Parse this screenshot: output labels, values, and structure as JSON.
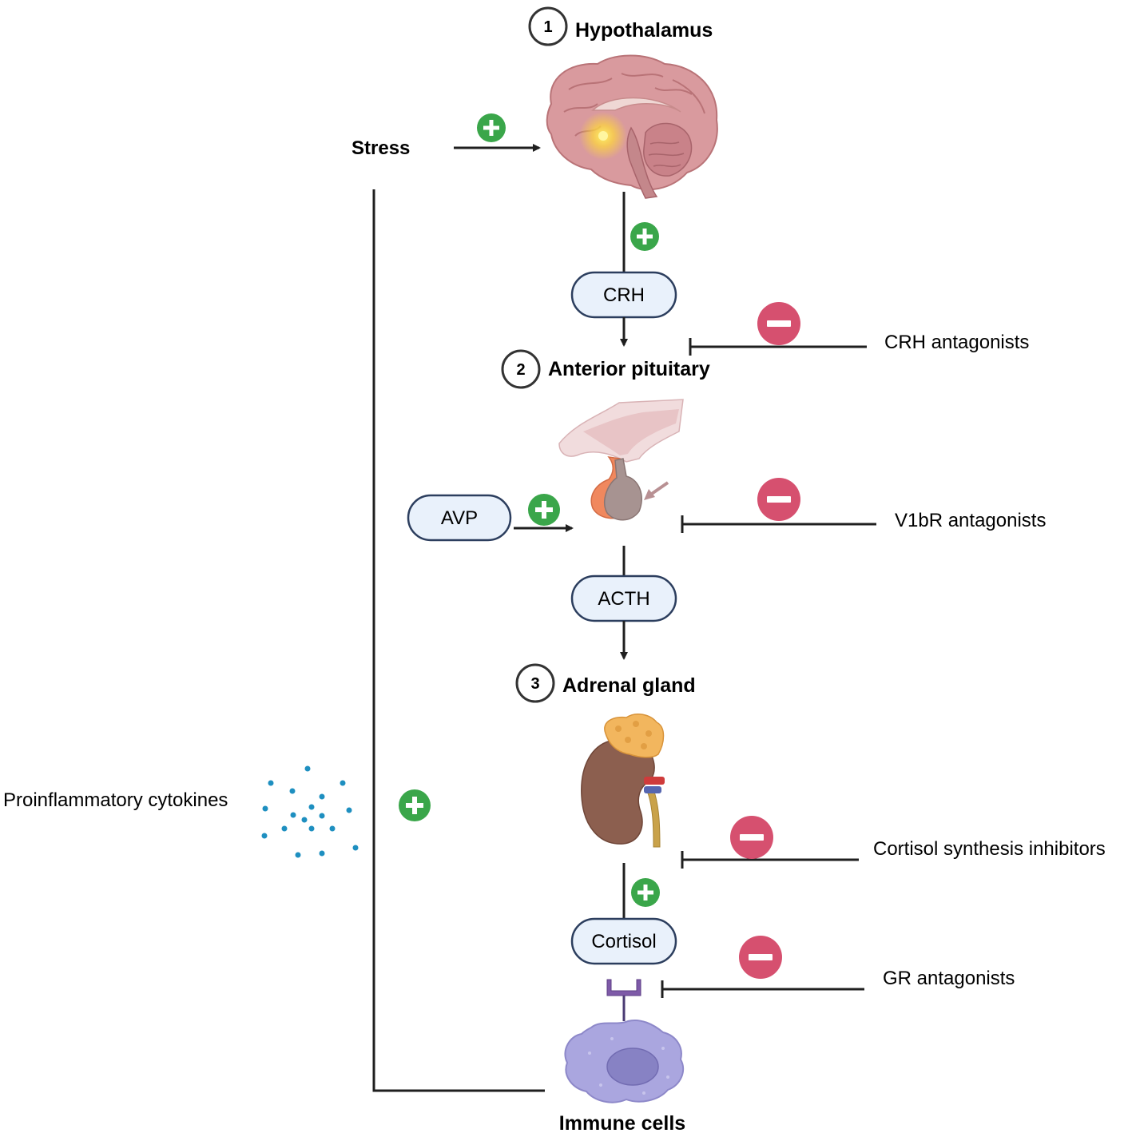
{
  "stages": [
    {
      "number": "1",
      "label": "Hypothalamus"
    },
    {
      "number": "2",
      "label": "Anterior pituitary"
    },
    {
      "number": "3",
      "label": "Adrenal gland"
    }
  ],
  "stress_label": "Stress",
  "hormones": {
    "crh": "CRH",
    "avp": "AVP",
    "acth": "ACTH",
    "cortisol": "Cortisol"
  },
  "inhibitors": [
    {
      "label": "CRH antagonists"
    },
    {
      "label": "V1bR antagonists"
    },
    {
      "label": "Cortisol synthesis inhibitors"
    },
    {
      "label": "GR antagonists"
    }
  ],
  "cytokines_label": "Proinflammatory cytokines",
  "immune_label": "Immune cells",
  "symbols": {
    "stimulate": "plus-circle-icon",
    "inhibit": "minus-circle-icon"
  },
  "colors": {
    "stimulate": "#3aa64a",
    "inhibit": "#d6506f",
    "pill_fill": "#e9f1fb",
    "pill_stroke": "#2c3e5e",
    "line": "#1f1f1f",
    "cytokine_dot": "#1e8fc0",
    "immune_cell": "#aaa6df",
    "brain": "#d99a9e"
  }
}
